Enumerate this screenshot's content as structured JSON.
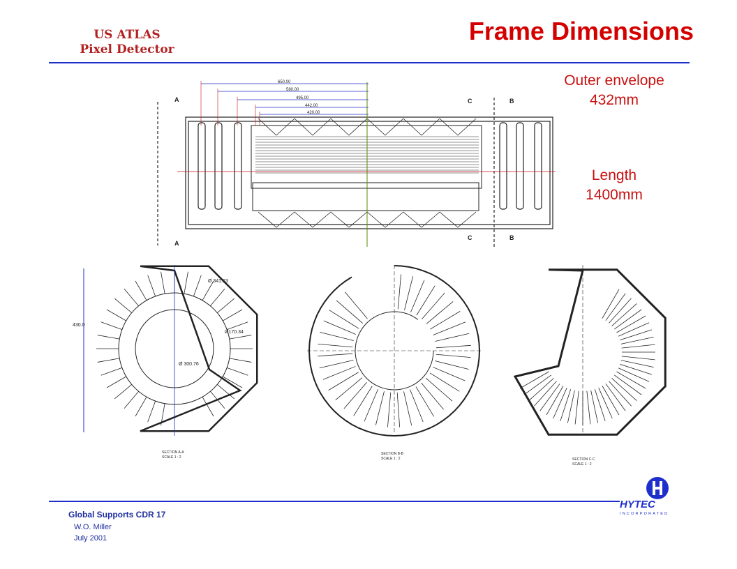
{
  "header": {
    "org_line1": "US ATLAS",
    "org_line2": "Pixel Detector",
    "title": "Frame Dimensions"
  },
  "notes": {
    "envelope_label": "Outer envelope",
    "envelope_value": "432mm",
    "length_label": "Length",
    "length_value": "1400mm"
  },
  "drawing": {
    "dimensions": [
      "650.00",
      "580.00",
      "495.00",
      "442.00",
      "420.00"
    ],
    "section_markers": [
      "A",
      "A",
      "C",
      "B",
      "C",
      "B"
    ],
    "section_views": [
      {
        "name": "SECTION A-A",
        "scale": "SCALE 1 : 2"
      },
      {
        "name": "SECTION B-B",
        "scale": "SCALE 1 : 2"
      },
      {
        "name": "SECTION C-C",
        "scale": "SCALE 1 : 2"
      }
    ],
    "section_a_dims": {
      "height": "430.0",
      "d1": "Ø 341.23",
      "d2": "Ø170.34",
      "d3": "Ø 300.76"
    }
  },
  "footer": {
    "line1": "Global Supports CDR 17",
    "line2": "W.O. Miller",
    "line3": "July 2001"
  },
  "logo": {
    "name": "HYTEC",
    "sub": "INCORPORATED"
  },
  "colors": {
    "accent_red": "#d40000",
    "rule_blue": "#1f2fcc",
    "dim_blue": "#2030c0"
  }
}
